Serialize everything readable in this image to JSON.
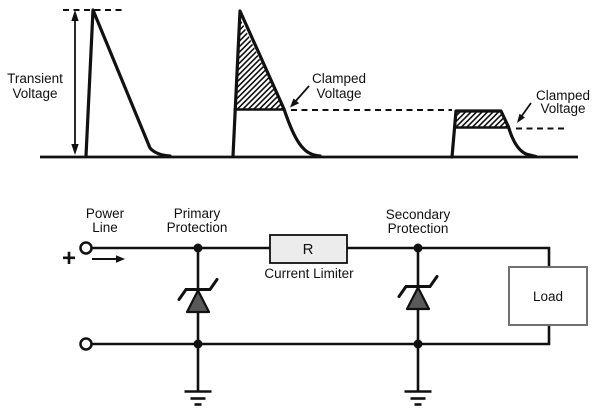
{
  "waveform_panel": {
    "transient_voltage_label": {
      "line1": "Transient",
      "line2": "Voltage"
    },
    "clamped_voltage_label_primary": {
      "line1": "Clamped",
      "line2": "Voltage"
    },
    "clamped_voltage_label_secondary": {
      "line1": "Clamped",
      "line2": "Voltage"
    }
  },
  "circuit_panel": {
    "power_line_label": {
      "line1": "Power",
      "line2": "Line"
    },
    "primary_protection_label": {
      "line1": "Primary",
      "line2": "Protection"
    },
    "secondary_protection_label": {
      "line1": "Secondary",
      "line2": "Protection"
    },
    "plus_terminal": "+",
    "resistor_label": "R",
    "current_limiter_label": "Current Limiter",
    "load_label": "Load"
  },
  "colors": {
    "line": "#111111",
    "background": "#ffffff",
    "diode_fill": "#595959",
    "resistor_fill": "#ececec",
    "load_border": "#707070"
  }
}
